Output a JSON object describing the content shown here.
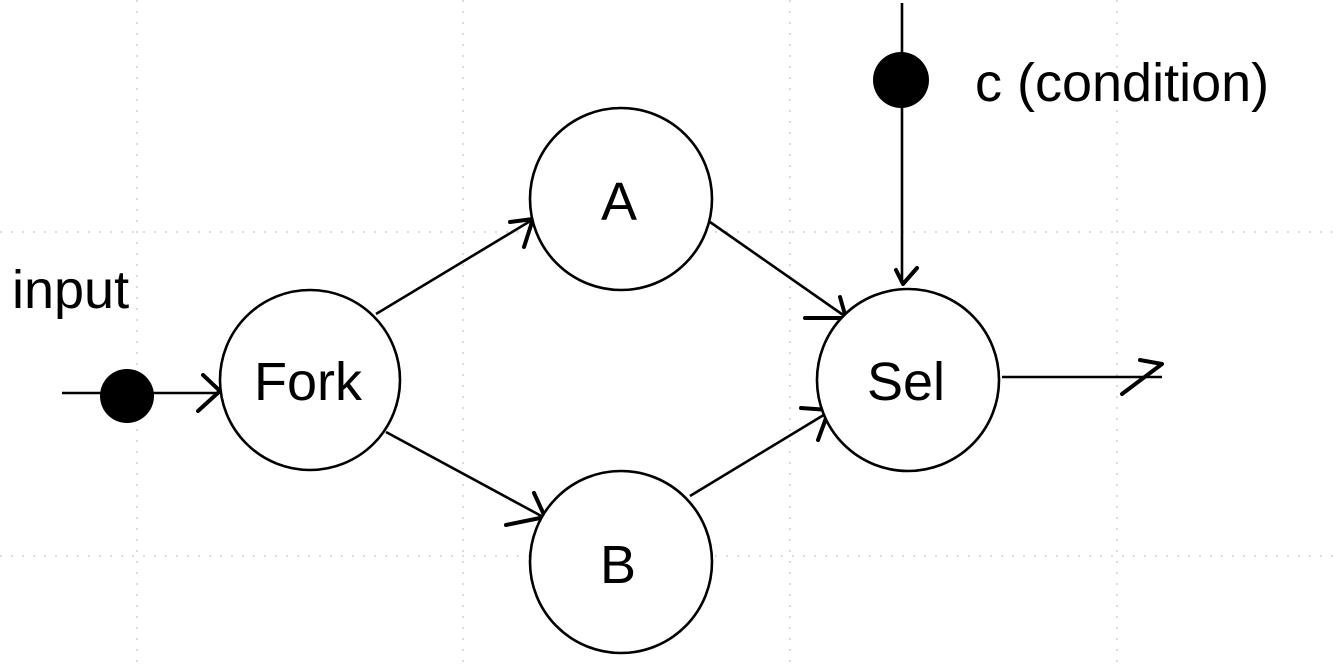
{
  "diagram": {
    "nodes": {
      "fork": "Fork",
      "a": "A",
      "b": "B",
      "sel": "Sel"
    },
    "labels": {
      "input": "input",
      "condition": "c (condition)"
    }
  }
}
